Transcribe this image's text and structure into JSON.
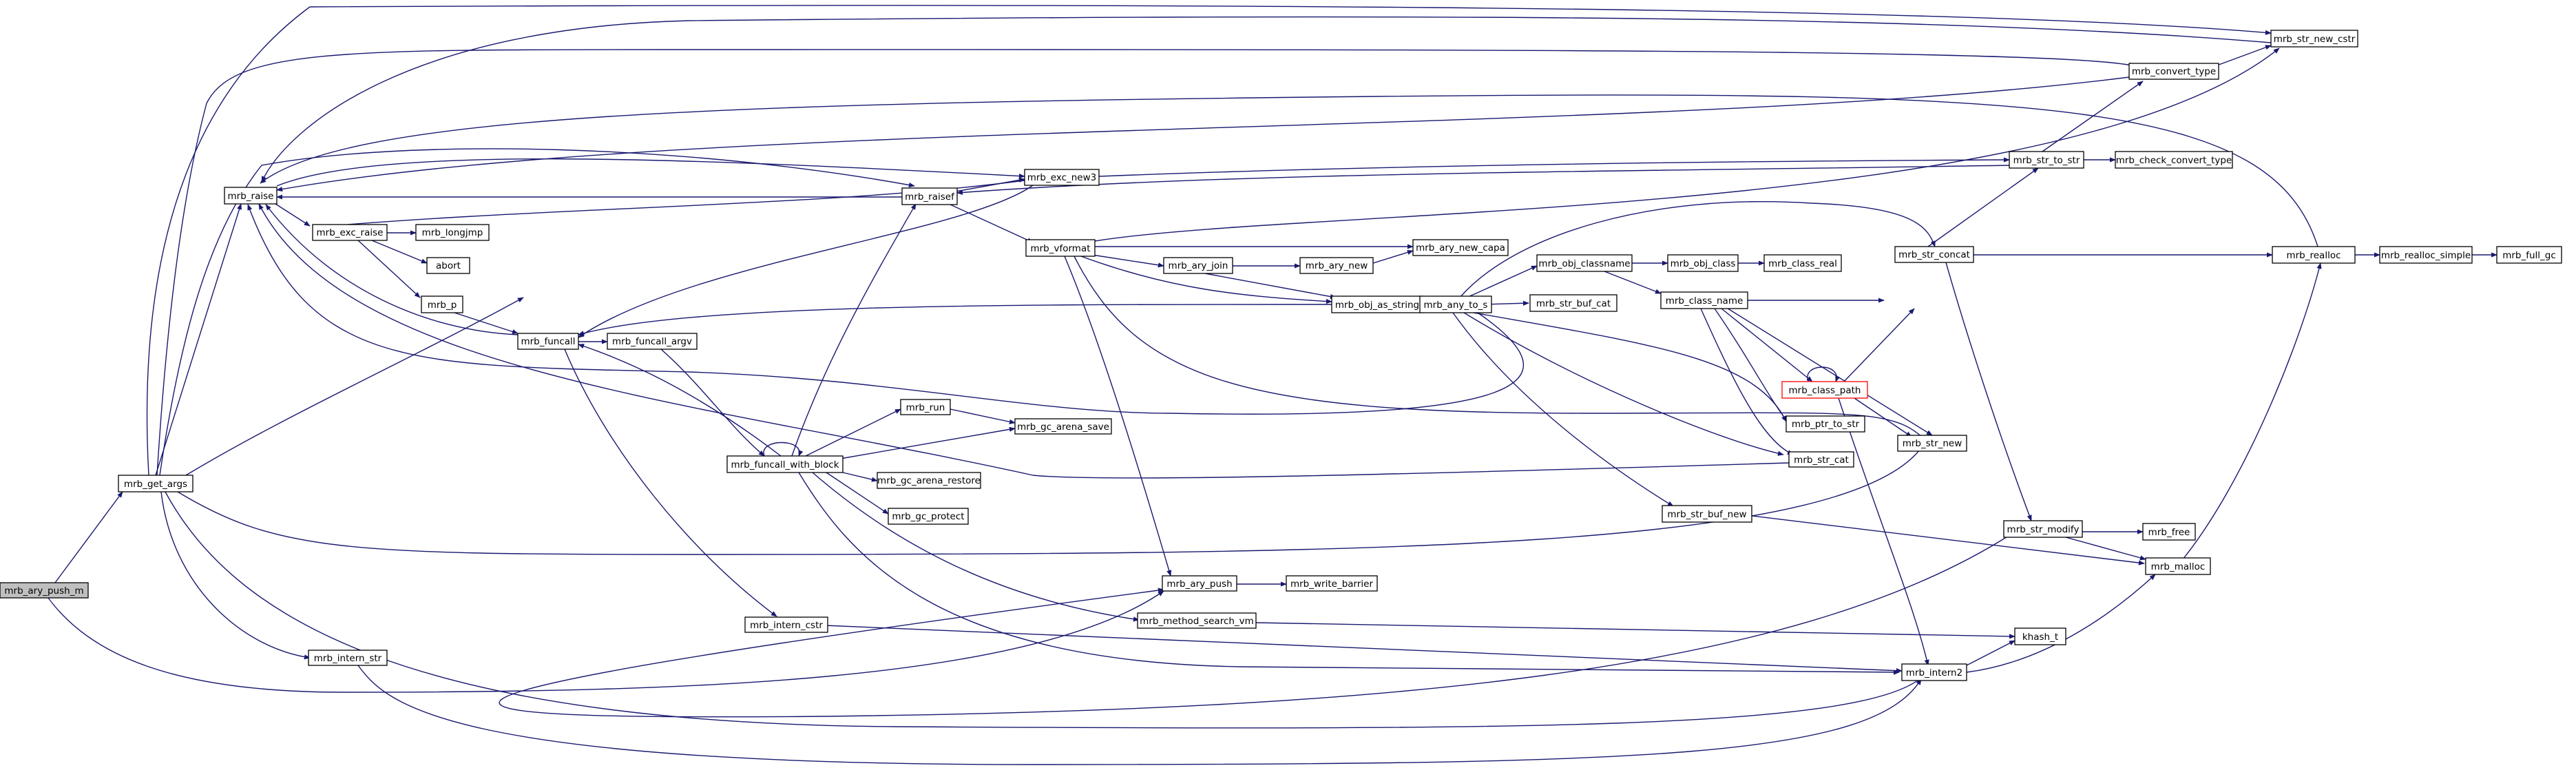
{
  "graph": {
    "title": "mrb_ary_push_m call graph",
    "edge_color": "#191970",
    "root_fill": "#bfbfbf",
    "truncated_border": "#ff0000",
    "nodes": [
      {
        "id": "n_ary_push_m",
        "label": "mrb_ary_push_m"
      },
      {
        "id": "n_get_args",
        "label": "mrb_get_args"
      },
      {
        "id": "n_raise",
        "label": "mrb_raise"
      },
      {
        "id": "n_exc_raise",
        "label": "mrb_exc_raise"
      },
      {
        "id": "n_longjmp",
        "label": "mrb_longjmp"
      },
      {
        "id": "n_abort",
        "label": "abort"
      },
      {
        "id": "n_p",
        "label": "mrb_p"
      },
      {
        "id": "n_funcall",
        "label": "mrb_funcall"
      },
      {
        "id": "n_funcall_argv",
        "label": "mrb_funcall_argv"
      },
      {
        "id": "n_intern_str",
        "label": "mrb_intern_str"
      },
      {
        "id": "n_intern_cstr",
        "label": "mrb_intern_cstr"
      },
      {
        "id": "n_funcall_with_block",
        "label": "mrb_funcall_with_block"
      },
      {
        "id": "n_run",
        "label": "mrb_run"
      },
      {
        "id": "n_gc_arena_save",
        "label": "mrb_gc_arena_save"
      },
      {
        "id": "n_gc_arena_restore",
        "label": "mrb_gc_arena_restore"
      },
      {
        "id": "n_gc_protect",
        "label": "mrb_gc_protect"
      },
      {
        "id": "n_raisef",
        "label": "mrb_raisef"
      },
      {
        "id": "n_exc_new3",
        "label": "mrb_exc_new3"
      },
      {
        "id": "n_vformat",
        "label": "mrb_vformat"
      },
      {
        "id": "n_ary_join",
        "label": "mrb_ary_join"
      },
      {
        "id": "n_ary_new",
        "label": "mrb_ary_new"
      },
      {
        "id": "n_ary_new_capa",
        "label": "mrb_ary_new_capa"
      },
      {
        "id": "n_obj_as_string",
        "label": "mrb_obj_as_string"
      },
      {
        "id": "n_ary_push",
        "label": "mrb_ary_push"
      },
      {
        "id": "n_write_barrier",
        "label": "mrb_write_barrier"
      },
      {
        "id": "n_method_search_vm",
        "label": "mrb_method_search_vm"
      },
      {
        "id": "n_any_to_s",
        "label": "mrb_any_to_s"
      },
      {
        "id": "n_obj_classname",
        "label": "mrb_obj_classname"
      },
      {
        "id": "n_obj_class",
        "label": "mrb_obj_class"
      },
      {
        "id": "n_class_real",
        "label": "mrb_class_real"
      },
      {
        "id": "n_str_buf_cat",
        "label": "mrb_str_buf_cat"
      },
      {
        "id": "n_class_name",
        "label": "mrb_class_name"
      },
      {
        "id": "n_class_path",
        "label": "mrb_class_path"
      },
      {
        "id": "n_ptr_to_str",
        "label": "mrb_ptr_to_str"
      },
      {
        "id": "n_str_cat",
        "label": "mrb_str_cat"
      },
      {
        "id": "n_str_buf_new",
        "label": "mrb_str_buf_new"
      },
      {
        "id": "n_str_new",
        "label": "mrb_str_new"
      },
      {
        "id": "n_str_concat",
        "label": "mrb_str_concat"
      },
      {
        "id": "n_str_modify",
        "label": "mrb_str_modify"
      },
      {
        "id": "n_free",
        "label": "mrb_free"
      },
      {
        "id": "n_malloc",
        "label": "mrb_malloc"
      },
      {
        "id": "n_intern2",
        "label": "mrb_intern2"
      },
      {
        "id": "n_khash_t",
        "label": "khash_t"
      },
      {
        "id": "n_str_to_str",
        "label": "mrb_str_to_str"
      },
      {
        "id": "n_check_convert_type",
        "label": "mrb_check_convert_type"
      },
      {
        "id": "n_convert_type",
        "label": "mrb_convert_type"
      },
      {
        "id": "n_str_new_cstr",
        "label": "mrb_str_new_cstr"
      },
      {
        "id": "n_realloc",
        "label": "mrb_realloc"
      },
      {
        "id": "n_realloc_simple",
        "label": "mrb_realloc_simple"
      },
      {
        "id": "n_full_gc",
        "label": "mrb_full_gc"
      }
    ]
  }
}
